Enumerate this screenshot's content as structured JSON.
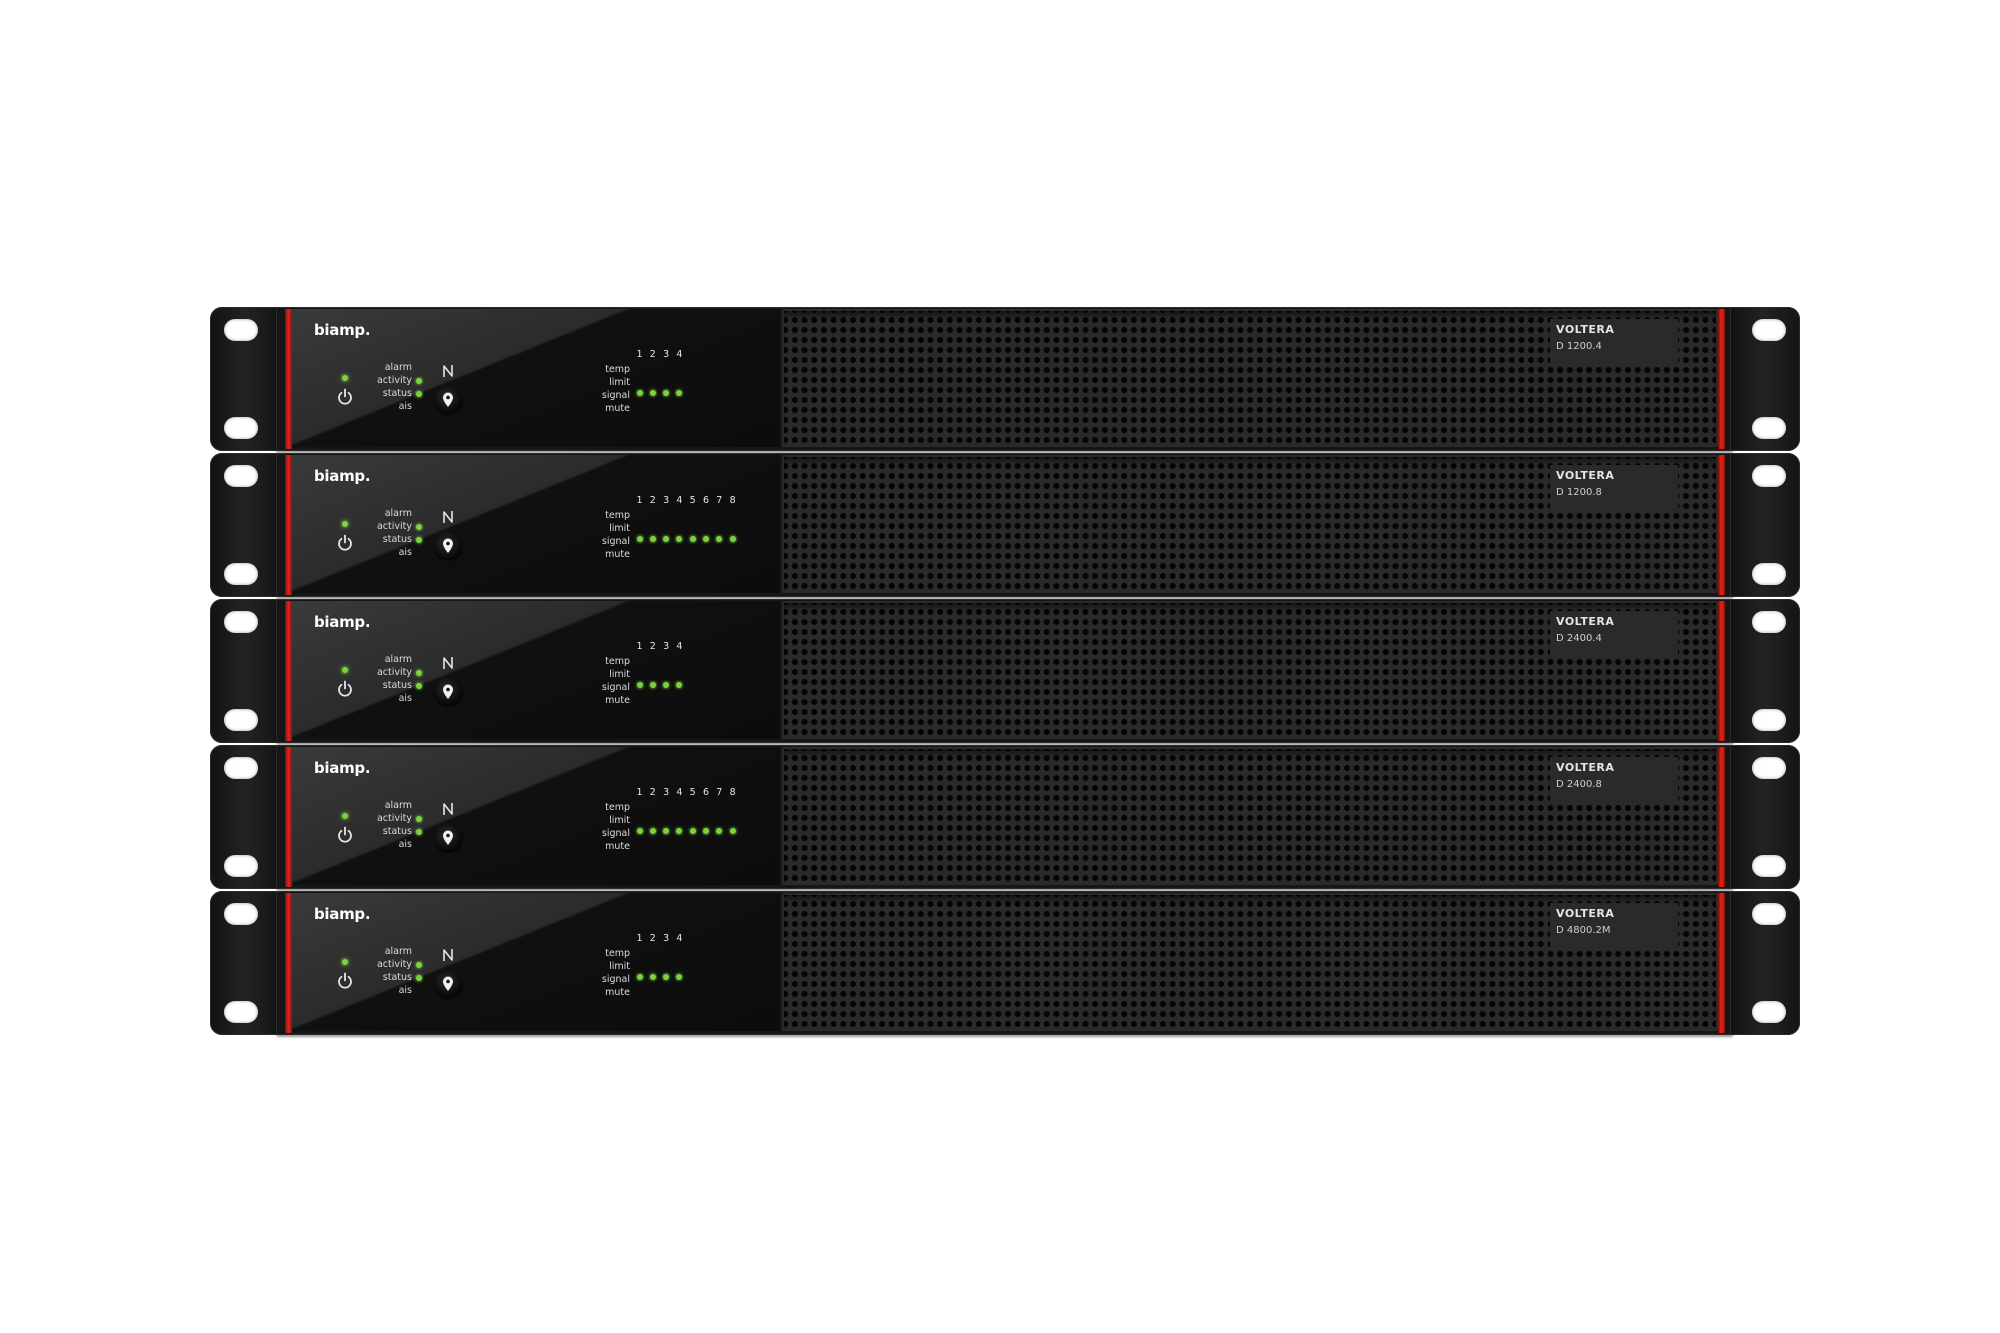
{
  "logo_text": "biamp.",
  "status_labels": [
    "alarm",
    "activity",
    "status",
    "ais"
  ],
  "channel_row_labels": [
    "temp",
    "limit",
    "signal",
    "mute"
  ],
  "colors": {
    "background": "#ffffff",
    "chassis": "#161616",
    "accent_red": "#e0281e",
    "led_green": "#7cd23c",
    "text": "#dcdcdc"
  },
  "icons": [
    "power-icon",
    "nfc-icon",
    "location-pin-icon"
  ],
  "units": [
    {
      "brand": "VOLTERA",
      "model": "D 1200.4",
      "channels": [
        "1",
        "2",
        "3",
        "4"
      ]
    },
    {
      "brand": "VOLTERA",
      "model": "D 1200.8",
      "channels": [
        "1",
        "2",
        "3",
        "4",
        "5",
        "6",
        "7",
        "8"
      ]
    },
    {
      "brand": "VOLTERA",
      "model": "D 2400.4",
      "channels": [
        "1",
        "2",
        "3",
        "4"
      ]
    },
    {
      "brand": "VOLTERA",
      "model": "D 2400.8",
      "channels": [
        "1",
        "2",
        "3",
        "4",
        "5",
        "6",
        "7",
        "8"
      ]
    },
    {
      "brand": "VOLTERA",
      "model": "D 4800.2M",
      "channels": [
        "1",
        "2",
        "3",
        "4"
      ]
    }
  ]
}
